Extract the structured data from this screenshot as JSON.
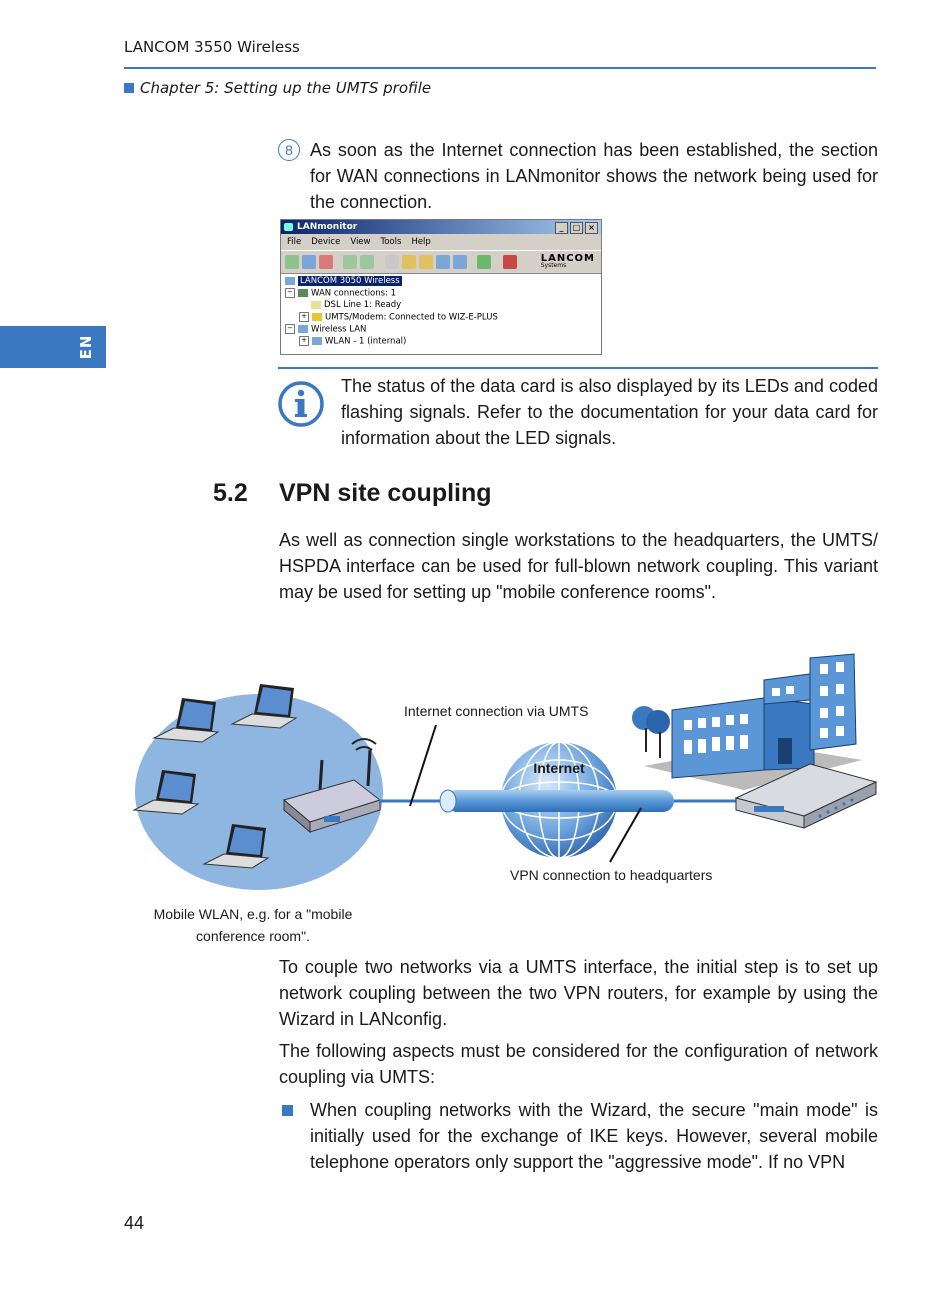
{
  "header": {
    "title": "LANCOM 3550 Wireless",
    "chapter": "Chapter 5: Setting up the UMTS profile"
  },
  "side_tab": "EN",
  "step": {
    "number": "8",
    "text": "As soon as the Internet connection has been established, the section for WAN connections in LANmonitor shows the network being used for the connection."
  },
  "screenshot": {
    "window_title": "LANmonitor",
    "menu": [
      "File",
      "Device",
      "View",
      "Tools",
      "Help"
    ],
    "brand": "LANCOM",
    "brand_sub": "Systems",
    "tree": [
      "LANCOM 3050 Wireless",
      "WAN connections: 1",
      "DSL Line 1: Ready",
      "UMTS/Modem: Connected to WIZ-E-PLUS",
      "Wireless LAN",
      "WLAN - 1 (internal)"
    ]
  },
  "info_note": "The status of the data card is also displayed by its LEDs and coded flashing signals. Refer to the documentation for your data card for information about the LED signals.",
  "section": {
    "number": "5.2",
    "title": "VPN site coupling",
    "intro": "As well as connection single workstations to the headquarters, the UMTS/ HSPDA interface can be used for full-blown network coupling. This variant may be used for setting up \"mobile conference rooms\"."
  },
  "diagram": {
    "globe_label": "Internet",
    "caption_umts": "Internet connection via UMTS",
    "caption_vpn": "VPN connection to headquarters",
    "caption_wlan_line1": "Mobile WLAN, e.g. for a \"mobile",
    "caption_wlan_line2": "conference room\"."
  },
  "para_couple": "To couple two networks via a UMTS interface, the initial step is to set up network coupling between the two VPN routers, for example by using the Wizard in LANconfig.",
  "para_aspects": "The following aspects must be considered for the configuration of network coupling via UMTS:",
  "bullet_text": "When coupling networks with the Wizard, the secure \"main mode\" is initially used for the exchange of IKE keys. However, several mobile telephone operators only support the \"aggressive mode\". If no VPN",
  "page_number": "44",
  "colors": {
    "accent": "#3a78c2"
  }
}
